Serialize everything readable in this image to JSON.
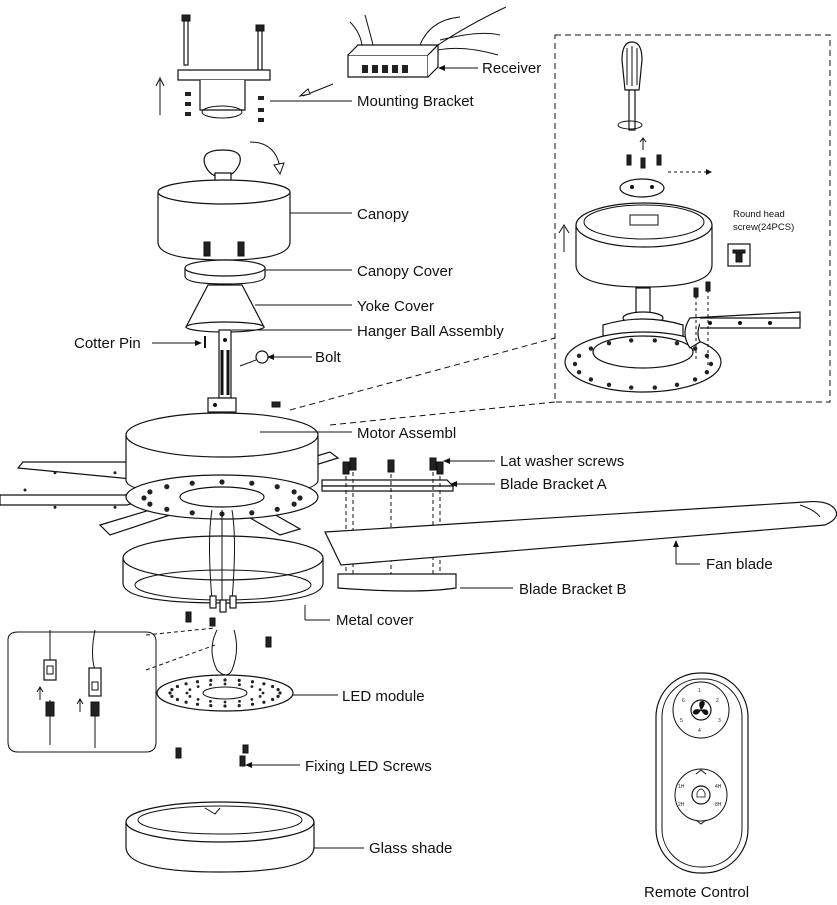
{
  "labels": {
    "receiver": "Receiver",
    "mounting_bracket": "Mounting Bracket",
    "canopy": "Canopy",
    "canopy_cover": "Canopy Cover",
    "yoke_cover": "Yoke Cover",
    "hanger_ball_assembly": "Hanger Ball Assembly",
    "cotter_pin": "Cotter Pin",
    "bolt": "Bolt",
    "motor_assembly": "Motor Assembl",
    "lat_washer_screws": "Lat washer screws",
    "blade_bracket_a": "Blade Bracket  A",
    "fan_blade": "Fan  blade",
    "blade_bracket_b": "Blade Bracket  B",
    "metal_cover": "Metal cover",
    "led_module": "LED module",
    "fixing_led_screws": "Fixing LED Screws",
    "glass_shade": "Glass shade",
    "remote_control": "Remote Control"
  },
  "inset": {
    "screw_note_line1": "Round head",
    "screw_note_line2": "screw(24PCS)"
  },
  "remote": {
    "speed_marks": [
      "1",
      "2",
      "3",
      "4",
      "5",
      "6"
    ],
    "timer_marks": [
      "1H",
      "4H",
      "2H",
      "8H"
    ]
  }
}
